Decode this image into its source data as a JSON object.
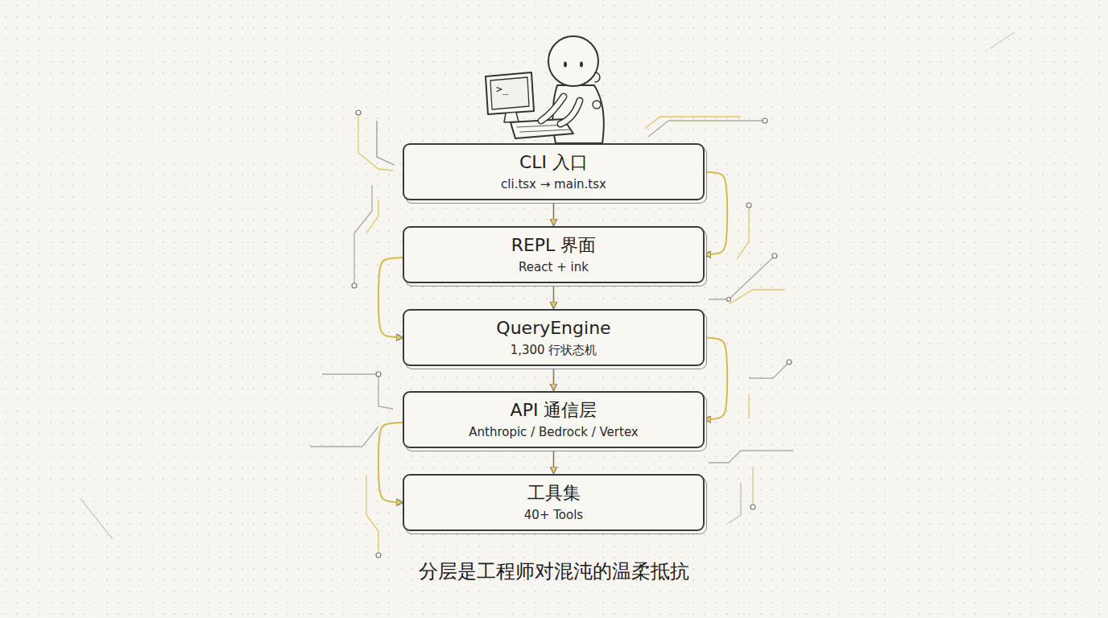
{
  "diagram": {
    "caption": "分层是工程师对混沌的温柔抵抗",
    "nodes": [
      {
        "text": [
          "CLI 入口",
          "cli.tsx → main.tsx"
        ]
      },
      {
        "text": [
          "REPL 界面",
          "React + ink"
        ]
      },
      {
        "text": [
          "QueryEngine",
          "1,300 行状态机"
        ]
      },
      {
        "text": [
          "API 通信层",
          "Anthropic / Bedrock / Vertex"
        ]
      },
      {
        "text": [
          "工具集",
          "40+ Tools"
        ]
      }
    ],
    "edges": [
      {
        "from": 0,
        "to": 1,
        "arrow": "to"
      },
      {
        "from": 0,
        "to": 1,
        "arrow": "to"
      },
      {
        "from": 1,
        "to": 2,
        "arrow": "to"
      },
      {
        "from": 1,
        "to": 2,
        "arrow": "to"
      },
      {
        "from": 2,
        "to": 3,
        "arrow": "to"
      },
      {
        "from": 2,
        "to": 3,
        "arrow": "to"
      },
      {
        "from": 3,
        "to": 4,
        "arrow": "to"
      },
      {
        "from": 3,
        "to": 4,
        "arrow": "to"
      }
    ],
    "labels": [
      ">_"
    ]
  }
}
